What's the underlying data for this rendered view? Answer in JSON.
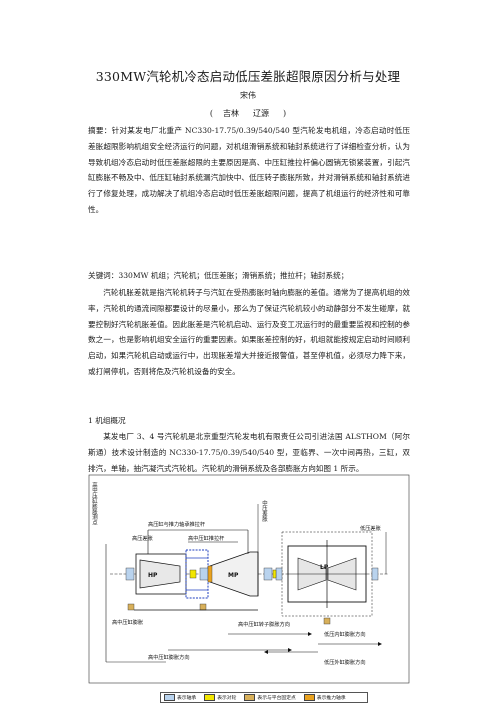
{
  "title": "330MW汽轮机冷态启动低压差胀超限原因分析与处理",
  "author": "宋伟",
  "affiliation": {
    "open": "(",
    "place": "吉林",
    "city": "辽源",
    "close": ")"
  },
  "abstract": "摘要：针对某发电厂北重产 NC330-17.75/0.39/540/540 型汽轮发电机组，冷态启动时低压差胀超限影响机组安全经济运行的问题，对机组滑销系统和轴封系统进行了详细检查分析，认为导致机组冷态启动时低压差胀超限的主要原因是高、中压缸推拉杆偏心圆销无锁紧装置，引起汽缸膨胀不畅及中、低压缸轴封系统漏汽加快中、低压转子膨胀所致，并对滑销系统和轴封系统进行了修复处理，成功解决了机组冷态启动时低压差胀超限问题，提高了机组运行的经济性和可靠性。",
  "keywords": "关键词：330MW 机组；汽轮机；低压差胀；滑销系统；推拉杆；轴封系统；",
  "para1": "汽轮机胀差就是指汽轮机转子与汽缸在受热膨胀时轴向膨胀的差值。通常为了提高机组的效率，汽轮机的通流间隙都要设计的尽量小，那么为了保证汽轮机较小的动静部分不发生碰摩，就要控制好汽轮机胀差值。因此胀差是汽轮机启动、运行及变工况运行时的最重要监视和控制的参数之一，也是影响机组安全运行的重要因素。如果胀差控制的好，机组就能按规定启动时间顺利启动，如果汽轮机启动或运行中，出现胀差增大并接近报警值，甚至停机值，必须尽力降下来，或打闸停机，否则将危及汽轮机设备的安全。",
  "heading1": "1 机组概况",
  "para2": "某发电厂 3、4 号汽轮机是北京重型汽轮发电机有限责任公司引进法国 ALSTHOM（阿尔斯通）技术设计制造的 NC330-17.75/0.39/540/540 型，亚临界、一次中间再热，三缸，双排汽，单轴，抽汽凝汽式汽轮机。汽轮机的滑销系统及各部膨胀方向如图 1 所示。",
  "figure": {
    "label_hp_vert": "高中压缸膨胀测点",
    "label_mid_vert": "中压差胀",
    "label_hip_pushrod_bearing": "高压缸与推力轴承推拉杆",
    "label_hp_diff": "高压差胀",
    "label_himp_pushrod": "高中压缸推拉杆",
    "label_lp_diff": "低压差胀",
    "label_himp_casing_exp": "高中压缸膨胀",
    "label_lp_casing_dir": "低压内缸膨胀方向",
    "label_himp_rotor_dir": "高中压缸转子膨胀方向",
    "label_himp_casing_dir": "高中压缸膨胀方向",
    "label_lp_outer_dir": "低压外缸膨胀方向",
    "module_hp": "HP",
    "module_mp": "MP",
    "module_lp": "LP"
  },
  "legend": [
    {
      "label": "表示轴承",
      "color": "#b9d3ee"
    },
    {
      "label": "表示对轮",
      "color": "#f2e600"
    },
    {
      "label": "表示与平台固定点",
      "color": "#d8b05a"
    },
    {
      "label": "表示推力轴承",
      "color": "#e9a21f"
    }
  ]
}
